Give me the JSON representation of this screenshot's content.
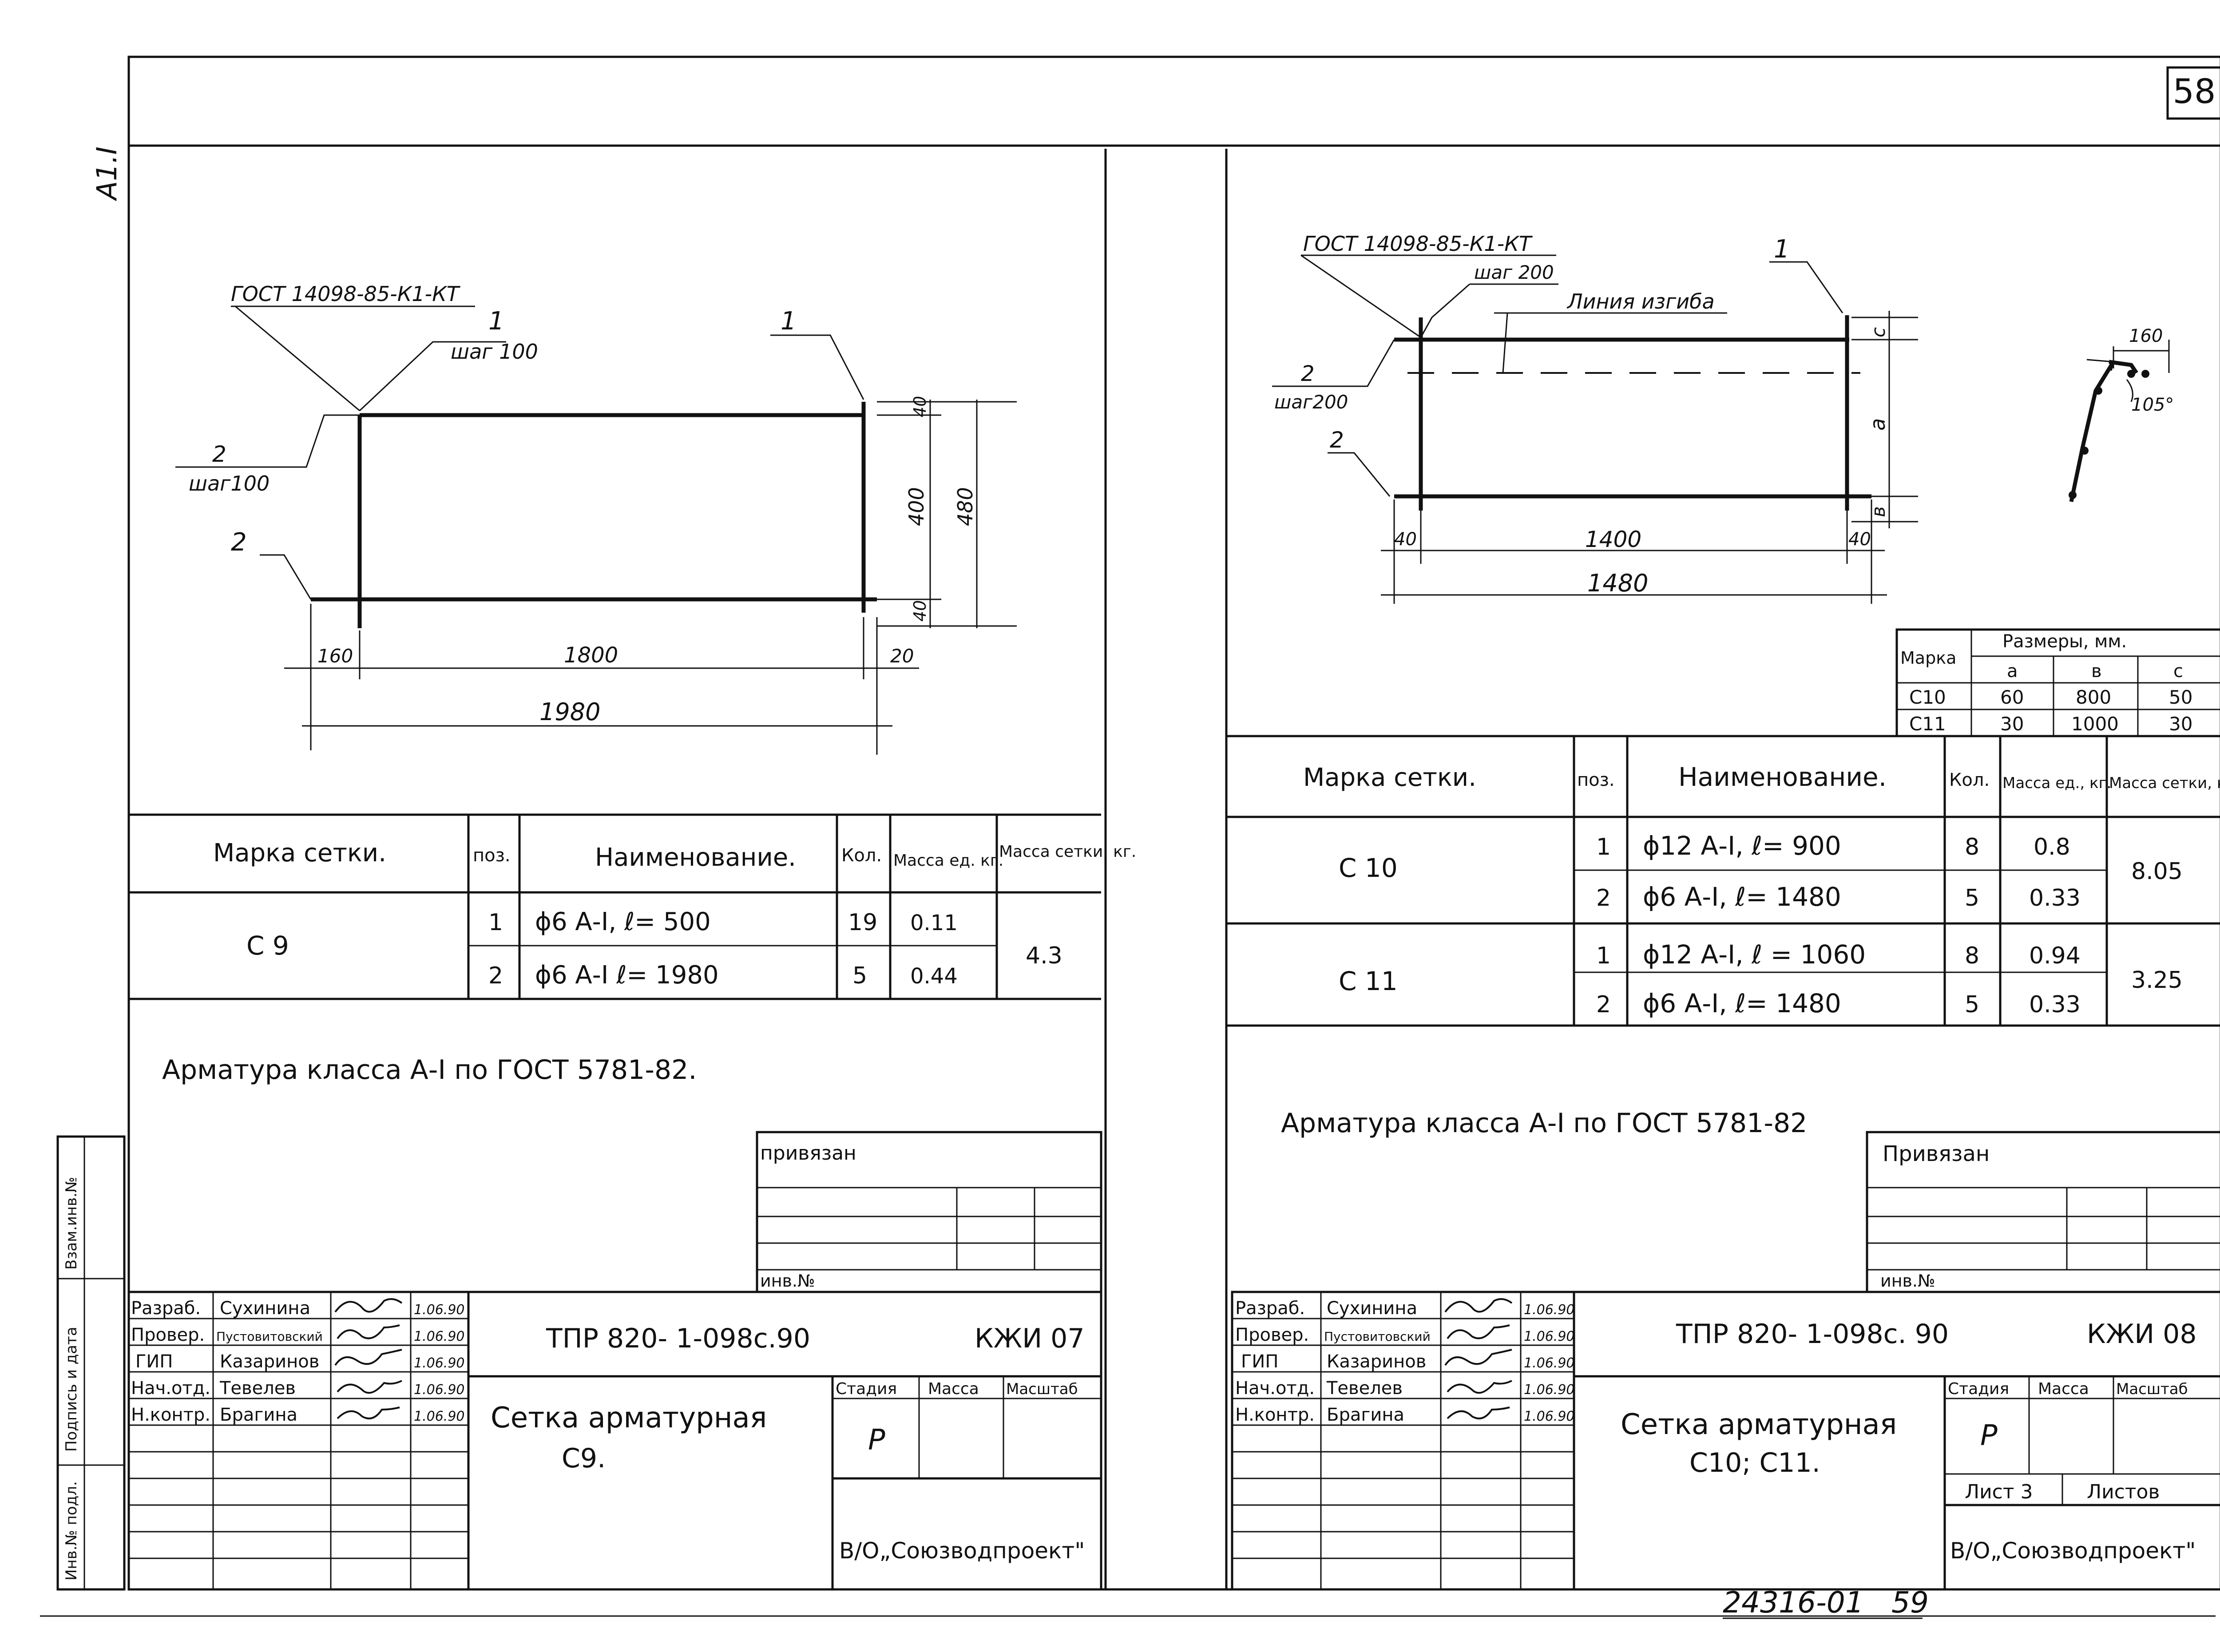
{
  "sheet": {
    "page_number": "58",
    "corner_format": "А1.I",
    "archive_number": "24316-01",
    "archive_sheet": "59",
    "side_stamp": [
      "Взам.инв.№",
      "Подпись и дата",
      "Инв.№ подл."
    ]
  },
  "left": {
    "drawing": {
      "gost_label": "ГОСТ 14098-85-К1-КТ",
      "pos1": "1",
      "pos1_right": "1",
      "step1": "шаг 100",
      "pos2_top": "2",
      "step2": "шаг100",
      "pos2_bottom": "2",
      "dims": {
        "top_end": "40",
        "bottom_end": "40",
        "inner_height": "400",
        "total_height": "480",
        "left_overhang": "160",
        "inner_length": "1800",
        "right_overhang": "20",
        "total_length": "1980"
      }
    },
    "spec": {
      "headers": {
        "mark": "Марка сетки.",
        "pos": "поз.",
        "name": "Наименование.",
        "qty": "Кол.",
        "unit_mass": "Масса ед. кг.",
        "mesh_mass": "Масса сетки, кг."
      },
      "rows": [
        {
          "mark": "С 9",
          "mesh_mass": "4.3",
          "items": [
            {
              "pos": "1",
              "name": "ϕ6 А-I,  ℓ= 500",
              "qty": "19",
              "unit_mass": "0.11"
            },
            {
              "pos": "2",
              "name": "ϕ6 А-I   ℓ= 1980",
              "qty": "5",
              "unit_mass": "0.44"
            }
          ]
        }
      ]
    },
    "note": "Арматура класса А-I по ГОСТ 5781-82.",
    "privyazan": "привязан",
    "inv_no": "инв.№",
    "title_block": {
      "people": [
        {
          "role": "Разраб.",
          "name": "Сухинина",
          "date": "1.06.90"
        },
        {
          "role": "Провер.",
          "name": "Пустовитовский",
          "date": "1.06.90"
        },
        {
          "role": "ГИП",
          "name": "Казаринов",
          "date": "1.06.90"
        },
        {
          "role": "Нач.отд.",
          "name": "Тевелев",
          "date": "1.06.90"
        },
        {
          "role": "Н.контр.",
          "name": "Брагина",
          "date": "1.06.90"
        }
      ],
      "doc_code": "ТПР 820- 1-098с.90",
      "sheet_code": "КЖИ 07",
      "title_line1": "Сетка арматурная",
      "title_line2": "С9.",
      "stage_label": "Стадия",
      "mass_label": "Масса",
      "scale_label": "Масштаб",
      "stage": "Р",
      "org": "В/О„Союзводпроект\""
    }
  },
  "right": {
    "drawing": {
      "gost_label": "ГОСТ 14098-85-К1-КТ",
      "step_top": "шаг 200",
      "pos1": "1",
      "bend_line": "Линия изгиба",
      "pos2_top": "2",
      "step2": "шаг200",
      "pos2_bottom": "2",
      "dims": {
        "c": "с",
        "a": "а",
        "b": "в",
        "left_end": "40",
        "inner_length": "1400",
        "right_end": "40",
        "total_length": "1480"
      },
      "detail": {
        "width": "160",
        "angle": "105°"
      }
    },
    "size_table": {
      "mark_header": "Марка",
      "sizes_header": "Размеры, мм.",
      "cols": [
        "а",
        "в",
        "с"
      ],
      "rows": [
        {
          "mark": "С10",
          "a": "60",
          "b": "800",
          "c": "50"
        },
        {
          "mark": "С11",
          "a": "30",
          "b": "1000",
          "c": "30"
        }
      ]
    },
    "spec": {
      "headers": {
        "mark": "Марка сетки.",
        "pos": "поз.",
        "name": "Наименование.",
        "qty": "Кол.",
        "unit_mass": "Масса ед., кг.",
        "mesh_mass": "Масса сетки, кг."
      },
      "rows": [
        {
          "mark": "С 10",
          "mesh_mass": "8.05",
          "items": [
            {
              "pos": "1",
              "name": "ϕ12 А-I,  ℓ= 900",
              "qty": "8",
              "unit_mass": "0.8"
            },
            {
              "pos": "2",
              "name": "ϕ6 А-I,  ℓ= 1480",
              "qty": "5",
              "unit_mass": "0.33"
            }
          ]
        },
        {
          "mark": "С 11",
          "mesh_mass": "3.25",
          "items": [
            {
              "pos": "1",
              "name": "ϕ12 А-I,  ℓ = 1060",
              "qty": "8",
              "unit_mass": "0.94"
            },
            {
              "pos": "2",
              "name": "ϕ6 А-I,  ℓ= 1480",
              "qty": "5",
              "unit_mass": "0.33"
            }
          ]
        }
      ]
    },
    "note": "Арматура класса А-I по ГОСТ 5781-82",
    "privyazan": "Привязан",
    "inv_no": "инв.№",
    "title_block": {
      "people": [
        {
          "role": "Разраб.",
          "name": "Сухинина",
          "date": "1.06.90"
        },
        {
          "role": "Провер.",
          "name": "Пустовитовский",
          "date": "1.06.90"
        },
        {
          "role": "ГИП",
          "name": "Казаринов",
          "date": "1.06.90"
        },
        {
          "role": "Нач.отд.",
          "name": "Тевелев",
          "date": "1.06.90"
        },
        {
          "role": "Н.контр.",
          "name": "Брагина",
          "date": "1.06.90"
        }
      ],
      "doc_code": "ТПР 820- 1-098с. 90",
      "sheet_code": "КЖИ 08",
      "title_line1": "Сетка арматурная",
      "title_line2": "С10;  С11.",
      "stage_label": "Стадия",
      "mass_label": "Масса",
      "scale_label": "Масштаб",
      "stage": "Р",
      "sheet_label": "Лист 3",
      "sheets_label": "Листов",
      "org": "В/О„Союзводпроект\""
    }
  }
}
